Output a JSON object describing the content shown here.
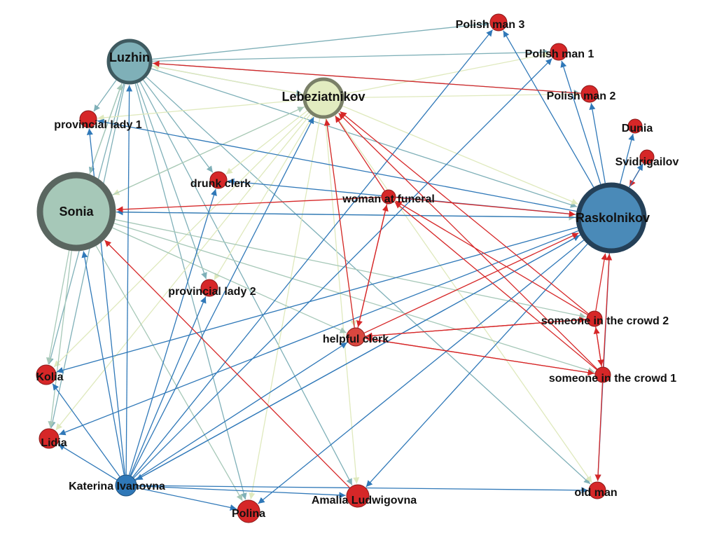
{
  "graph": {
    "title": "",
    "colors": {
      "luzhin": "#7fb0b8",
      "lebeziatnikov": "#dfe9bd",
      "sonia": "#a6c8b8",
      "blue": "#2f78b8",
      "raskolnikov": "#4a8ab8",
      "red": "#d62728"
    },
    "nodes": [
      {
        "id": "luzhin",
        "label": "Luzhin",
        "color": "#7fb0b8",
        "stroke": "#3f5a60"
      },
      {
        "id": "lebeziatnikov",
        "label": "Lebeziatnikov",
        "color": "#e2ecc0",
        "stroke": "#7a8068"
      },
      {
        "id": "sonia",
        "label": "Sonia",
        "color": "#a6c8b8",
        "stroke": "#5a6660"
      },
      {
        "id": "raskolnikov",
        "label": "Raskolnikov",
        "color": "#4a8ab8",
        "stroke": "#244058"
      },
      {
        "id": "katerina",
        "label": "Katerina Ivanovna",
        "color": "#2f78b8",
        "stroke": "#1d4f7c"
      },
      {
        "id": "polish3",
        "label": "Polish man 3",
        "color": "#d62728",
        "stroke": "#8a1a1a"
      },
      {
        "id": "polish1",
        "label": "Polish man 1",
        "color": "#d62728",
        "stroke": "#8a1a1a"
      },
      {
        "id": "polish2",
        "label": "Polish man 2",
        "color": "#d62728",
        "stroke": "#8a1a1a"
      },
      {
        "id": "dunia",
        "label": "Dunia",
        "color": "#d62728",
        "stroke": "#8a1a1a"
      },
      {
        "id": "svidrigailov",
        "label": "Svidrigailov",
        "color": "#d62728",
        "stroke": "#8a1a1a"
      },
      {
        "id": "provlady1",
        "label": "provincial lady 1",
        "color": "#d62728",
        "stroke": "#8a1a1a"
      },
      {
        "id": "drunkclerk",
        "label": "drunk clerk",
        "color": "#d62728",
        "stroke": "#8a1a1a"
      },
      {
        "id": "woman",
        "label": "woman at funeral",
        "color": "#d62728",
        "stroke": "#8a1a1a"
      },
      {
        "id": "provlady2",
        "label": "provincial lady 2",
        "color": "#d62728",
        "stroke": "#8a1a1a"
      },
      {
        "id": "helpful",
        "label": "helpful clerk",
        "color": "#d9473f",
        "stroke": "#8a1a1a"
      },
      {
        "id": "crowd2",
        "label": "someone in the crowd 2",
        "color": "#d62728",
        "stroke": "#8a1a1a"
      },
      {
        "id": "crowd1",
        "label": "someone in the crowd 1",
        "color": "#d62728",
        "stroke": "#8a1a1a"
      },
      {
        "id": "kolia",
        "label": "Kolia",
        "color": "#d62728",
        "stroke": "#8a1a1a"
      },
      {
        "id": "lidia",
        "label": "Lidia",
        "color": "#d62728",
        "stroke": "#8a1a1a"
      },
      {
        "id": "polina",
        "label": "Polina",
        "color": "#d62728",
        "stroke": "#8a1a1a"
      },
      {
        "id": "amalia",
        "label": "Amalia Ludwigovna",
        "color": "#d62728",
        "stroke": "#8a1a1a"
      },
      {
        "id": "oldman",
        "label": "old man",
        "color": "#d62728",
        "stroke": "#8a1a1a"
      }
    ],
    "edges": [
      [
        "luzhin",
        "provlady1"
      ],
      [
        "luzhin",
        "sonia"
      ],
      [
        "luzhin",
        "drunkclerk"
      ],
      [
        "luzhin",
        "provlady2"
      ],
      [
        "luzhin",
        "kolia"
      ],
      [
        "luzhin",
        "lidia"
      ],
      [
        "luzhin",
        "polina"
      ],
      [
        "luzhin",
        "lebeziatnikov"
      ],
      [
        "luzhin",
        "polish2"
      ],
      [
        "luzhin",
        "raskolnikov"
      ],
      [
        "luzhin",
        "amalia"
      ],
      [
        "luzhin",
        "oldman"
      ],
      [
        "luzhin",
        "polish1"
      ],
      [
        "luzhin",
        "polish3"
      ],
      [
        "lebeziatnikov",
        "luzhin"
      ],
      [
        "lebeziatnikov",
        "provlady1"
      ],
      [
        "lebeziatnikov",
        "sonia"
      ],
      [
        "lebeziatnikov",
        "drunkclerk"
      ],
      [
        "lebeziatnikov",
        "provlady2"
      ],
      [
        "lebeziatnikov",
        "kolia"
      ],
      [
        "lebeziatnikov",
        "lidia"
      ],
      [
        "lebeziatnikov",
        "polina"
      ],
      [
        "lebeziatnikov",
        "amalia"
      ],
      [
        "lebeziatnikov",
        "raskolnikov"
      ],
      [
        "lebeziatnikov",
        "oldman"
      ],
      [
        "lebeziatnikov",
        "polish1"
      ],
      [
        "lebeziatnikov",
        "polish2"
      ],
      [
        "lebeziatnikov",
        "helpful"
      ],
      [
        "sonia",
        "luzhin"
      ],
      [
        "sonia",
        "lebeziatnikov"
      ],
      [
        "sonia",
        "kolia"
      ],
      [
        "sonia",
        "lidia"
      ],
      [
        "sonia",
        "raskolnikov"
      ],
      [
        "sonia",
        "crowd2"
      ],
      [
        "sonia",
        "crowd1"
      ],
      [
        "sonia",
        "helpful"
      ],
      [
        "sonia",
        "polina"
      ],
      [
        "raskolnikov",
        "sonia"
      ],
      [
        "raskolnikov",
        "provlady1"
      ],
      [
        "raskolnikov",
        "polish1"
      ],
      [
        "raskolnikov",
        "polish2"
      ],
      [
        "raskolnikov",
        "polish3"
      ],
      [
        "raskolnikov",
        "dunia"
      ],
      [
        "raskolnikov",
        "kolia"
      ],
      [
        "raskolnikov",
        "lidia"
      ],
      [
        "raskolnikov",
        "katerina"
      ],
      [
        "raskolnikov",
        "amalia"
      ],
      [
        "raskolnikov",
        "polina"
      ],
      [
        "raskolnikov",
        "drunkclerk"
      ],
      [
        "raskolnikov",
        "oldman"
      ],
      [
        "katerina",
        "sonia"
      ],
      [
        "katerina",
        "luzhin"
      ],
      [
        "katerina",
        "lebeziatnikov"
      ],
      [
        "katerina",
        "provlady1"
      ],
      [
        "katerina",
        "drunkclerk"
      ],
      [
        "katerina",
        "provlady2"
      ],
      [
        "katerina",
        "kolia"
      ],
      [
        "katerina",
        "lidia"
      ],
      [
        "katerina",
        "polina"
      ],
      [
        "katerina",
        "amalia"
      ],
      [
        "katerina",
        "oldman"
      ],
      [
        "katerina",
        "raskolnikov"
      ],
      [
        "katerina",
        "polish3"
      ],
      [
        "katerina",
        "polish1"
      ],
      [
        "katerina",
        "helpful"
      ],
      [
        "woman",
        "lebeziatnikov"
      ],
      [
        "woman",
        "sonia"
      ],
      [
        "woman",
        "helpful"
      ],
      [
        "helpful",
        "woman"
      ],
      [
        "helpful",
        "raskolnikov"
      ],
      [
        "helpful",
        "crowd2"
      ],
      [
        "helpful",
        "crowd1"
      ],
      [
        "helpful",
        "lebeziatnikov"
      ],
      [
        "crowd2",
        "lebeziatnikov"
      ],
      [
        "crowd2",
        "raskolnikov"
      ],
      [
        "crowd2",
        "crowd1"
      ],
      [
        "crowd2",
        "woman"
      ],
      [
        "crowd2",
        "helpful"
      ],
      [
        "crowd1",
        "lebeziatnikov"
      ],
      [
        "crowd1",
        "raskolnikov"
      ],
      [
        "crowd1",
        "crowd2"
      ],
      [
        "crowd1",
        "woman"
      ],
      [
        "crowd1",
        "helpful"
      ],
      [
        "crowd1",
        "oldman"
      ],
      [
        "amalia",
        "sonia"
      ],
      [
        "polish2",
        "luzhin"
      ],
      [
        "svidrigailov",
        "raskolnikov"
      ],
      [
        "raskolnikov",
        "svidrigailov"
      ],
      [
        "woman",
        "raskolnikov"
      ]
    ]
  }
}
